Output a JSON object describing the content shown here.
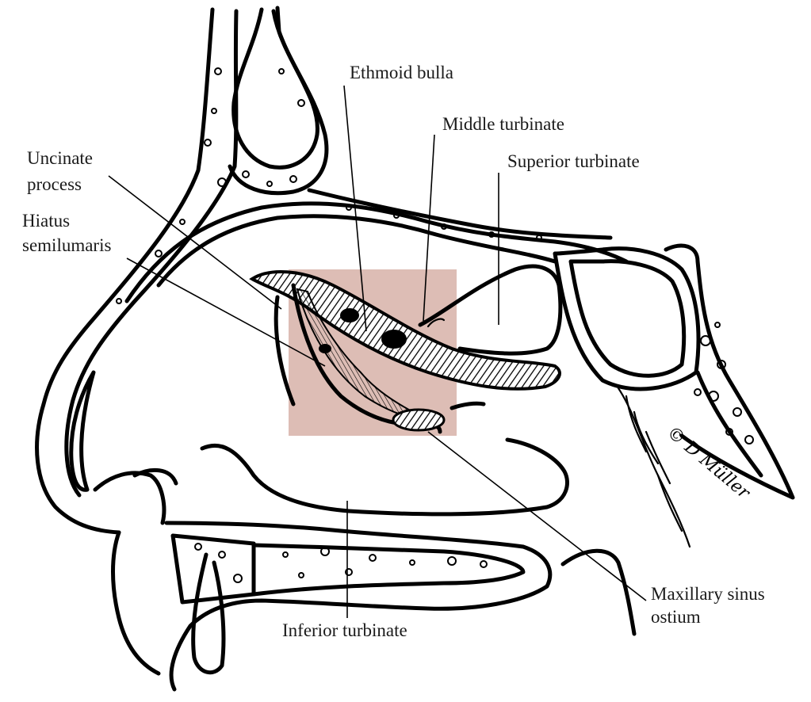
{
  "labels": {
    "ethmoid_bulla": "Ethmoid bulla",
    "middle_turbinate": "Middle turbinate",
    "superior_turbinate": "Superior turbinate",
    "uncinate_process_line1": "Uncinate",
    "uncinate_process_line2": "process",
    "hiatus_semilunaris_line1": "Hiatus",
    "hiatus_semilunaris_line2": "semilumaris",
    "inferior_turbinate": "Inferior turbinate",
    "maxillary_sinus_ostium_line1": "Maxillary sinus",
    "maxillary_sinus_ostium_line2": "ostium"
  },
  "signature": "© D Müller",
  "colors": {
    "highlight": "#ddbdb5",
    "ink": "#000000",
    "background": "#ffffff"
  }
}
